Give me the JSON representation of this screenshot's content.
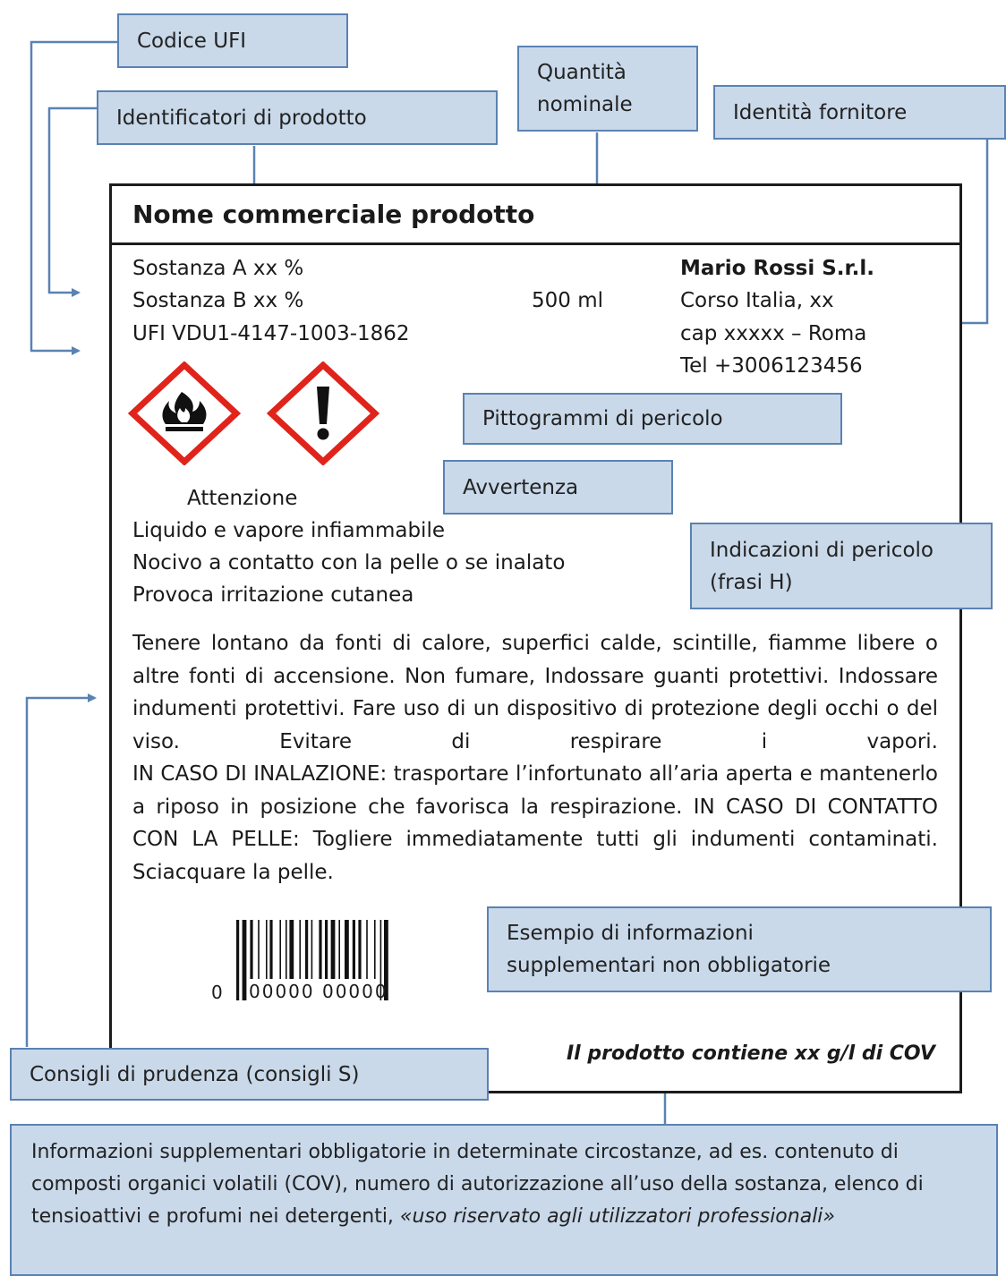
{
  "callouts": {
    "ufi_code": "Codice UFI",
    "product_identifiers": "Identificatori di prodotto",
    "nominal_quantity": [
      "Quantità",
      "nominale"
    ],
    "supplier_identity": "Identità fornitore",
    "hazard_pictograms": "Pittogrammi di pericolo",
    "signal_word": "Avvertenza",
    "hazard_statements": [
      "Indicazioni di pericolo",
      "(frasi H)"
    ],
    "optional_info": [
      "Esempio di informazioni",
      "supplementari non obbligatorie"
    ],
    "precautionary_statements": "Consigli di prudenza (consigli S)",
    "mandatory_info": {
      "text": "Informazioni supplementari obbligatorie in determinate circostanze, ad es. contenuto di composti organici volatili (COV),  numero di autorizzazione all’uso della sostanza, elenco di tensioattivi e profumi nei detergenti, ",
      "italic": "«uso riservato agli utilizzatori professionali»"
    }
  },
  "label": {
    "product_name": "Nome commerciale prodotto",
    "substances": [
      "Sostanza A xx %",
      "Sostanza B xx %",
      "UFI  VDU1-4147-1003-1862"
    ],
    "quantity": "500 ml",
    "supplier": {
      "name": "Mario Rossi S.r.l.",
      "address": "Corso Italia, xx",
      "city": "cap xxxxx – Roma",
      "phone": "Tel +3006123456"
    },
    "pictograms": [
      "flame-icon",
      "exclamation-mark-icon"
    ],
    "signal_word": "Attenzione",
    "hazard_statements": [
      "Liquido e vapore infiammabile",
      "Nocivo a contatto con la pelle o se inalato",
      "Provoca irritazione cutanea"
    ],
    "precautionary_text": [
      "Tenere lontano da fonti di calore, superfici calde, scintille, fiamme libere o altre fonti di accensione. Non fumare, Indossare guanti protettivi. Indossare indumenti protettivi. Fare uso di un dispositivo di protezione degli occhi o del viso. Evitare di respirare i vapori.",
      "IN CASO DI INALAZIONE: trasportare l’infortunato all’aria aperta e mantenerlo a riposo in posizione che favorisca la respirazione. IN CASO DI CONTATTO CON LA PELLE: Togliere immediatamente tutti gli indumenti contaminati. Sciacquare la pelle."
    ],
    "barcode_number": "00000 00000",
    "barcode_lead_digit": "0",
    "voc_content": "Il prodotto contiene xx g/l di COV"
  },
  "colors": {
    "callout_fill": "#c9d9ea",
    "callout_border": "#5b82b2",
    "arrow": "#5b82b2",
    "pictogram_red": "#e0241b"
  }
}
